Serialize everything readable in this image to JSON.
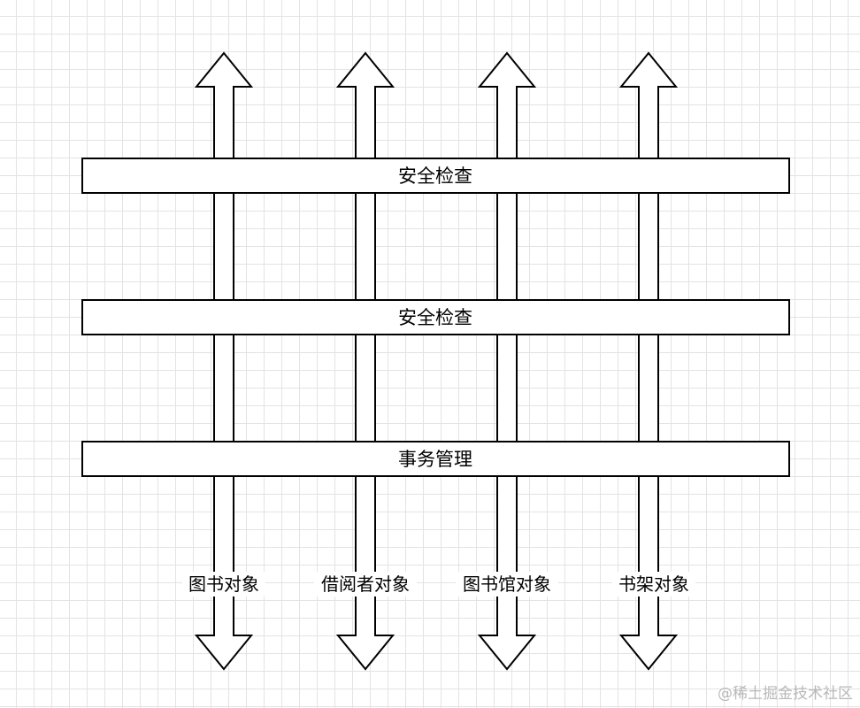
{
  "layers": [
    {
      "label": "安全检查"
    },
    {
      "label": "安全检查"
    },
    {
      "label": "事务管理"
    }
  ],
  "columns": [
    {
      "label": "图书对象"
    },
    {
      "label": "借阅者对象"
    },
    {
      "label": "图书馆对象"
    },
    {
      "label": "书架对象"
    }
  ],
  "watermark": "@稀土掘金技术社区"
}
